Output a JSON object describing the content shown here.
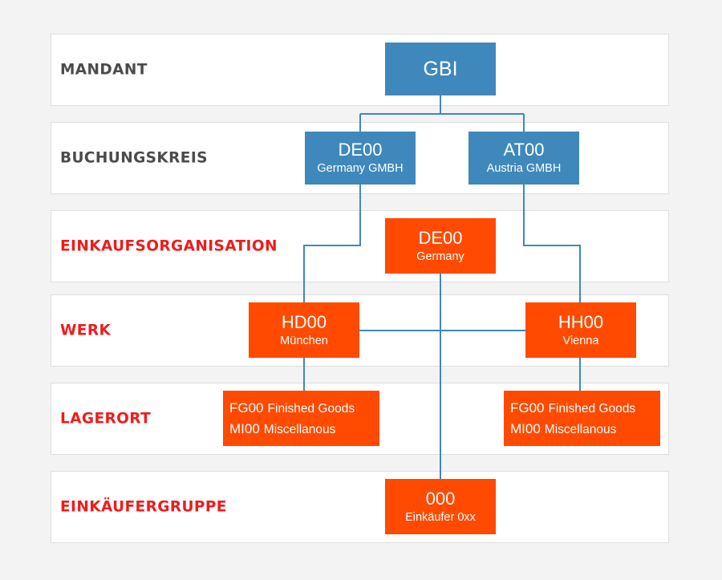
{
  "levels": [
    {
      "label": "MANDANT",
      "color": "#4b4b4b"
    },
    {
      "label": "BUCHUNGSKREIS",
      "color": "#4b4b4b"
    },
    {
      "label": "EINKAUFSORGANISATION",
      "color": "#ee1c1c"
    },
    {
      "label": "WERK",
      "color": "#ee1c1c"
    },
    {
      "label": "LAGERORT",
      "color": "#ee1c1c"
    },
    {
      "label": "EINKÄUFERGRUPPE",
      "color": "#ee1c1c"
    }
  ],
  "nodes": {
    "gbi": {
      "code": "GBI",
      "color": "#3f88bb"
    },
    "de00_cc": {
      "code": "DE00",
      "name": "Germany GMBH",
      "color": "#3f88bb"
    },
    "at00": {
      "code": "AT00",
      "name": "Austria GMBH",
      "color": "#3f88bb"
    },
    "de00_po": {
      "code": "DE00",
      "name": "Germany",
      "color": "#ff4a00"
    },
    "hd00": {
      "code": "HD00",
      "name": "München",
      "color": "#ff4a00"
    },
    "hh00": {
      "code": "HH00",
      "name": "Vienna",
      "color": "#ff4a00"
    },
    "storage_left": {
      "items": [
        {
          "code": "FG00",
          "name": "Finished Goods"
        },
        {
          "code": "MI00",
          "name": "Miscellanous"
        }
      ]
    },
    "storage_right": {
      "items": [
        {
          "code": "FG00",
          "name": "Finished Goods"
        },
        {
          "code": "MI00",
          "name": "Miscellanous"
        }
      ]
    },
    "group_000": {
      "code": "000",
      "name": "Einkäufer 0xx",
      "color": "#ff4a00"
    }
  },
  "line_color": "#3f88bb"
}
